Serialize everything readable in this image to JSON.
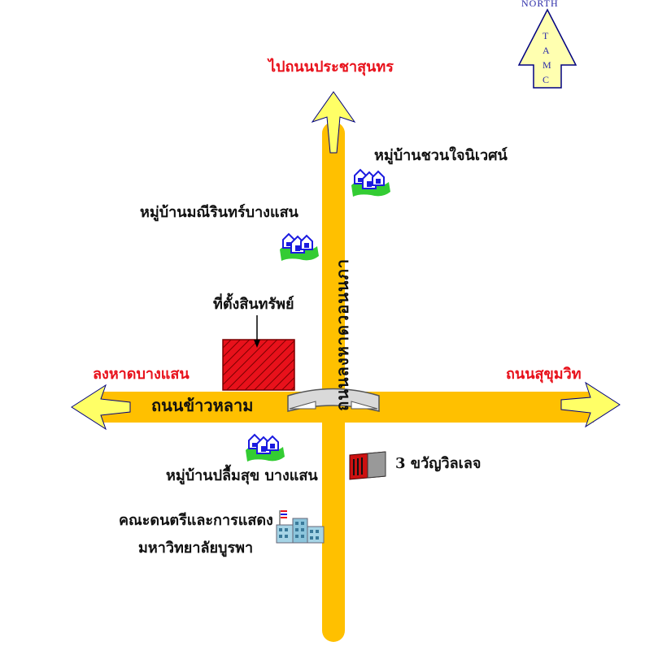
{
  "compass": {
    "north_label": "NORTH",
    "letters": [
      "T",
      "A",
      "M",
      "C"
    ],
    "fill_color": "#ffffb0",
    "stroke_color": "#000080"
  },
  "roads": {
    "road_color": "#ffc000",
    "arrow_fill": "#ffff66",
    "horizontal_name": "ถนนข้าวหลาม",
    "vertical_name": "ถนนลงหาดวอนนภา",
    "to_north": "ไปถนนประชาสุนทร",
    "to_west": "ลงหาดบางแสน",
    "to_east": "ถนนสุขุมวิท"
  },
  "places": {
    "village_chuan": "หมู่บ้านชวนใจนิเวศน์",
    "village_manee": "หมู่บ้านมณีรินทร์บางแสน",
    "property": "ที่ตั้งสินทรัพย์",
    "village_plum": "หมู่บ้านปลื้มสุข บางแสน",
    "seven_eleven": "3 ขวัญวิลเลจ",
    "faculty_line1": "คณะดนตรีและการแสดง",
    "faculty_line2": "มหาวิทยาลัยบูรพา"
  },
  "colors": {
    "label_red": "#e8111b",
    "property_red": "#e8111b",
    "house_blue": "#1a1ae0",
    "grass_green": "#33cc33"
  }
}
